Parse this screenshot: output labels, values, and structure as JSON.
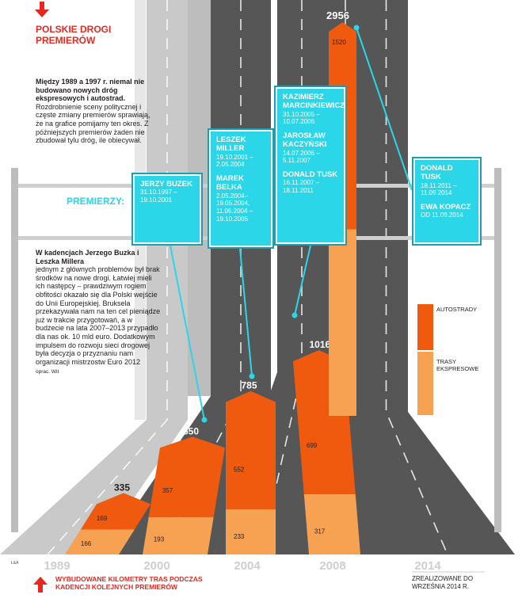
{
  "header": {
    "title": "POLSKIE DROGI PREMIERÓW",
    "intro_bold": "Między 1989 a 1997 r. niemal nie budowano nowych dróg ekspresowych i autostrad.",
    "intro_text": "Rozdrobnienie sceny politycznej i częste zmiany premierów sprawiają, że na grafice pomijamy ten okres. Z późniejszych premierów żaden nie zbudował tylu dróg, ile obiecywał.",
    "body_bold": "W kadencjach Jerzego Buzka i Leszka Millera",
    "body_text": "jednym z głównych problemów był brak środków na nowe drogi. Łatwiej mieli ich następcy – prawdziwym rogiem obfitości okazało się dla Polski wejście do Unii Europejskiej. Bruksela przekazywała nam na ten cel pieniądze już w trakcie przygotowań, a w budżecie na lata 2007–2013 przypadło dla nas ok. 10 mld euro. Dodatkowym impulsem do rozwoju sieci drogowej była decyzja o przyznaniu nam organizacji mistrzostw Euro 2012",
    "author": "oprac. Wit",
    "premierzy_label": "PREMIERZY:"
  },
  "premier_boxes": [
    {
      "entries": [
        {
          "name": "JERZY BUZEK",
          "dates": "31.10.1997 –19.10.2001"
        }
      ]
    },
    {
      "entries": [
        {
          "name": "LESZEK MILLER",
          "dates": "19.10.2001 –2.05.2004"
        },
        {
          "name": "MAREK BELKA",
          "dates": "2.05.2004– 19.05.2004, 11.06.2004 –19.10.2005"
        }
      ]
    },
    {
      "entries": [
        {
          "name": "KAZIMIERZ MARCINKIEWICZ",
          "dates": "31.10.2005 –10.07.2006"
        },
        {
          "name": "JAROSŁAW KACZYŃSKI",
          "dates": "14.07.2006 –5.11.2007"
        },
        {
          "name": "DONALD TUSK",
          "dates": "16.11.2007 –18.11.2011"
        }
      ]
    },
    {
      "entries": [
        {
          "name": "DONALD TUSK",
          "dates": "18.11.2011 –11.09.2014"
        },
        {
          "name": "EWA KOPACZ",
          "dates": "OD 11.09.2014"
        }
      ]
    }
  ],
  "colors": {
    "autostrady": "#f05a0e",
    "ekspresowe": "#f7a153",
    "road": "#565656",
    "road_light": "#c9c9c9",
    "accent": "#2ad6e8",
    "red": "#e8281e"
  },
  "legend": {
    "autostrady": "AUTOSTRADY",
    "ekspresowe": "TRASY EKSPRESOWE"
  },
  "footer": {
    "caption": "WYBUDOWANE KILOMETRY TRAS PODCZAS KADENCJI KOLEJNYCH PREMIERÓW",
    "realized": "ZREALIZOWANE DO WRZEŚNIA 2014 R.",
    "credit": "Ł&A"
  },
  "chart_data": {
    "type": "bar",
    "categories": [
      "1989",
      "2000",
      "2004",
      "2008",
      "2014"
    ],
    "totals": [
      335,
      550,
      785,
      1016,
      2956
    ],
    "series": [
      {
        "name": "AUTOSTRADY",
        "values": [
          169,
          357,
          552,
          699,
          1520
        ]
      },
      {
        "name": "TRASY EKSPRESOWE",
        "values": [
          166,
          193,
          233,
          317,
          1436
        ]
      }
    ],
    "stacked": true,
    "ylim": [
      0,
      2956
    ],
    "grid": false,
    "legend_position": "right"
  }
}
